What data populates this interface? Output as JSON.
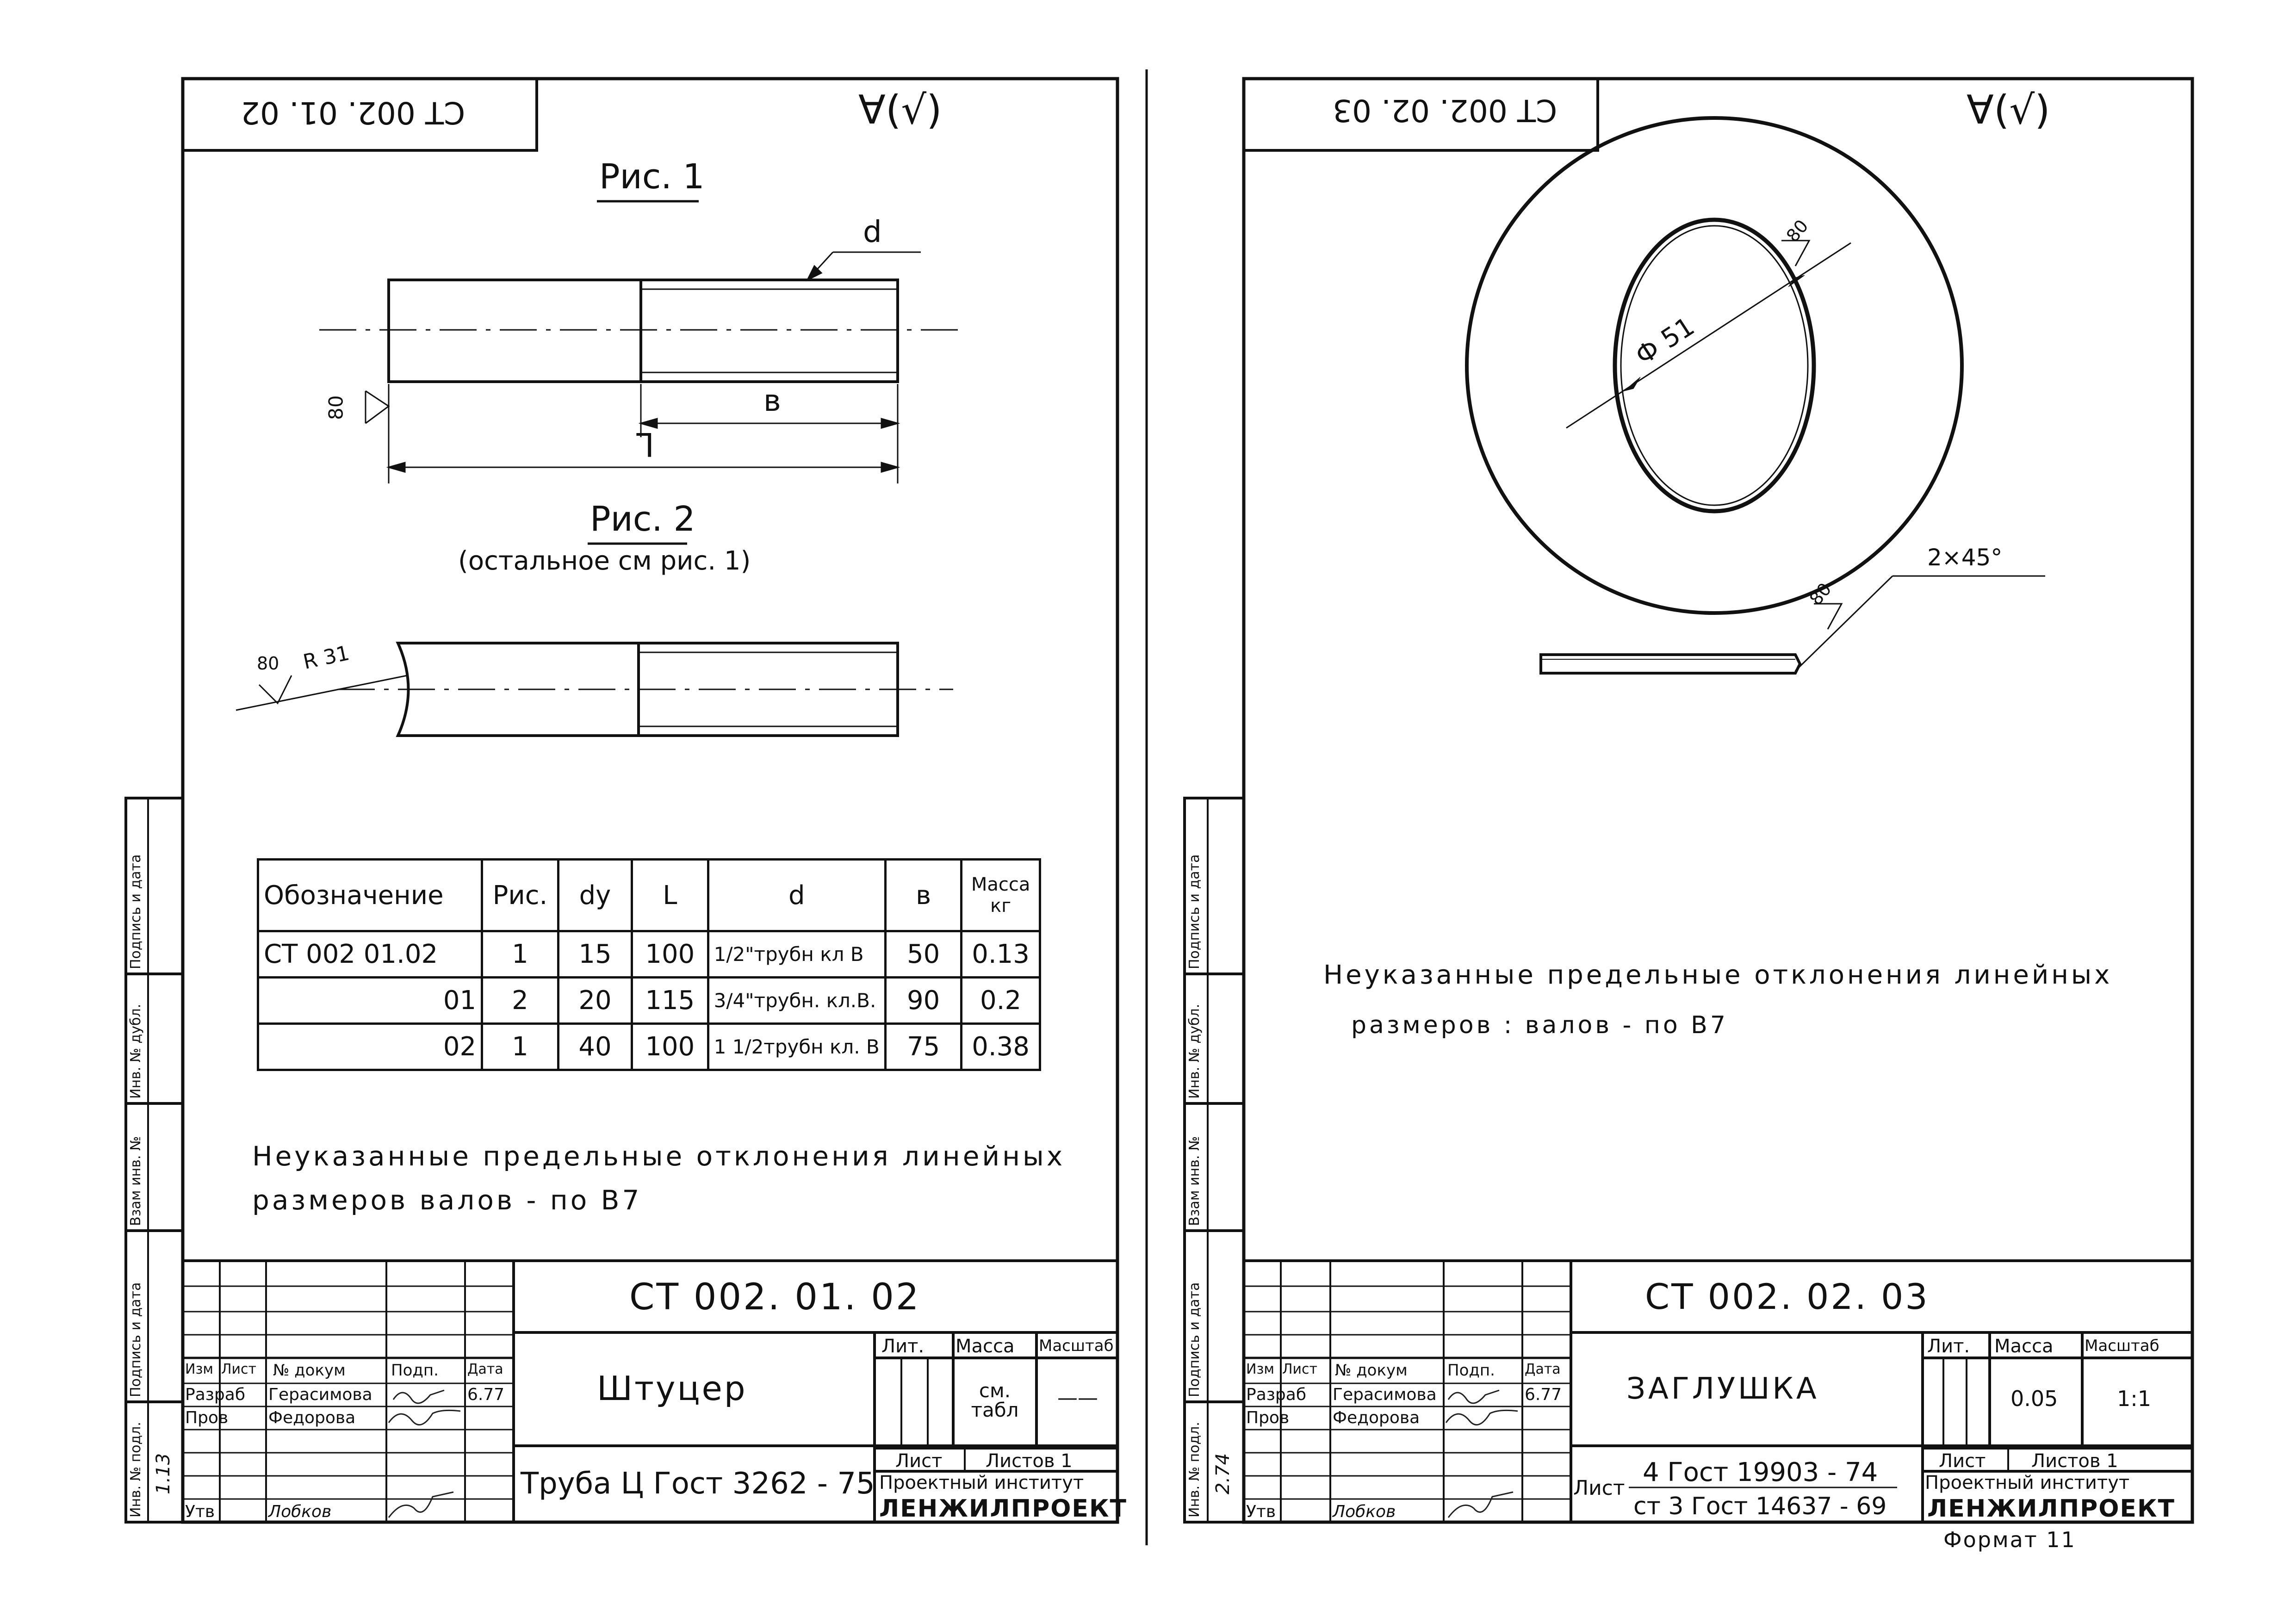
{
  "sheet1": {
    "code_rotated": "СТ 002. 01. 02",
    "roughness_mark": "∀(√)",
    "fig1_title": "Рис. 1",
    "fig2_title": "Рис. 2",
    "fig2_note": "(остальное см рис. 1)",
    "dim_d": "d",
    "dim_b": "в",
    "dim_L": "L",
    "roughness_80": "80",
    "r31": "R 31",
    "table": {
      "headers": [
        "Обозначение",
        "Рис.",
        "dy",
        "L",
        "d",
        "в",
        "Масса кг"
      ],
      "rows": [
        [
          "СТ 002 01.02",
          "1",
          "15",
          "100",
          "1/2\"трубн кл В",
          "50",
          "0.13"
        ],
        [
          "01",
          "2",
          "20",
          "115",
          "3/4\"трубн. кл.В.",
          "90",
          "0.2"
        ],
        [
          "02",
          "1",
          "40",
          "100",
          "1 1/2трубн кл. В",
          "75",
          "0.38"
        ]
      ]
    },
    "note_line1": "Неуказанные предельные отклонения линейных",
    "note_line2": "размеров валов - по В7",
    "title_block": {
      "code": "СТ 002. 01. 02",
      "name": "Штуцер",
      "material": "Труба Ц Гост 3262 - 75",
      "lit": "Лит.",
      "mass_h": "Масса",
      "scale_h": "Масштаб",
      "mass": "см. табл",
      "scale": "——",
      "sheet": "Лист",
      "sheets": "Листов 1",
      "org1": "Проектный институт",
      "org2": "ЛЕНЖИЛПРОЕКТ",
      "cols": [
        "Изм",
        "Лист",
        "№ докум",
        "Подп.",
        "Дата"
      ],
      "razrab": "Разраб",
      "razrab_name": "Герасимова",
      "date": "6.77",
      "prov": "Пров",
      "prov_name": "Федорова",
      "utv": "Утв",
      "utv_name": "Лобков"
    }
  },
  "sheet2": {
    "code_rotated": "СТ 002. 02. 03",
    "roughness_mark": "∀(√)",
    "dia": "Ф 51",
    "roughness_80": "80",
    "chamfer": "2×45°",
    "note_line1": "Неуказанные предельные отклонения линейных",
    "note_line2": "размеров : валов - по В7",
    "title_block": {
      "code": "СТ 002. 02. 03",
      "name": "ЗАГЛУШКА",
      "material_top": "4 Гост 19903 - 74",
      "material_left": "Лист",
      "material_bottom": "ст 3 Гост 14637 - 69",
      "lit": "Лит.",
      "mass_h": "Масса",
      "scale_h": "Масштаб",
      "mass": "0.05",
      "scale": "1:1",
      "sheet": "Лист",
      "sheets": "Листов 1",
      "org1": "Проектный институт",
      "org2": "ЛЕНЖИЛПРОЕКТ",
      "cols": [
        "Изм",
        "Лист",
        "№ докум",
        "Подп.",
        "Дата"
      ],
      "razrab": "Разраб",
      "razrab_name": "Герасимова",
      "date": "6.77",
      "prov": "Пров",
      "prov_name": "Федорова",
      "utv": "Утв",
      "utv_name": "Лобков"
    },
    "format": "Формат 11"
  },
  "side_labels": [
    "Инв. № подл.",
    "Подпись и дата",
    "Взам инв. №",
    "Инв. № дубл.",
    "Подпись и дата"
  ],
  "side_stamps": [
    "1.13",
    "2.74"
  ]
}
